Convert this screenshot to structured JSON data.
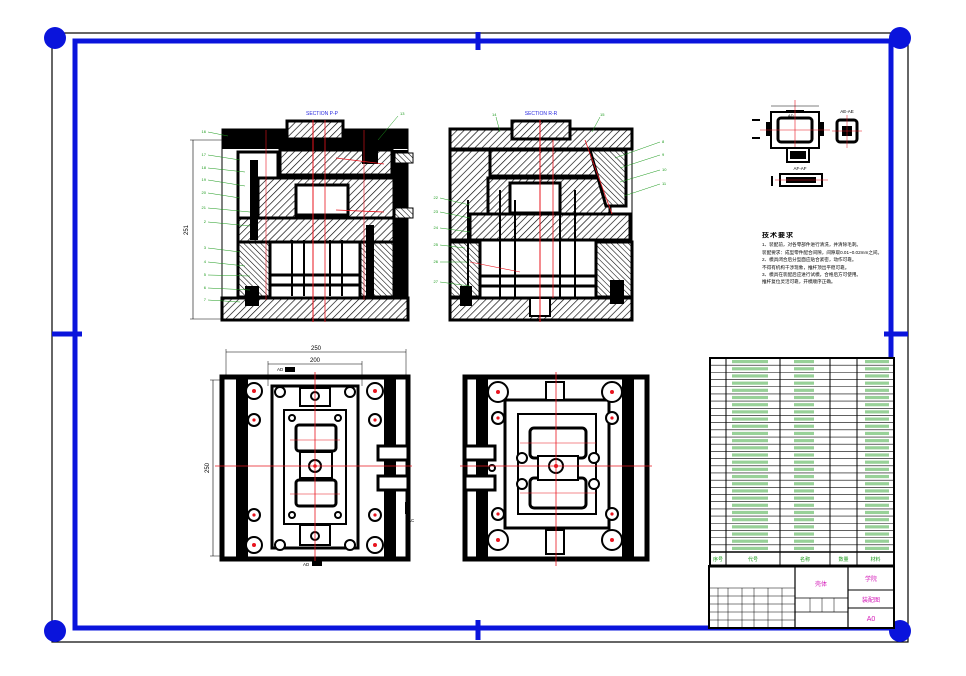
{
  "drawing": {
    "section_pp_label": "SECTION P-P",
    "section_rr_label": "SECTION R-R",
    "view_ae_label": "AE-AE",
    "view_af_label": "AF-AF",
    "view_ad_label": "AD",
    "dim_251": "251",
    "dim_250_top": "250",
    "dim_200": "200",
    "dim_250_side": "250",
    "marker_ad_top": "AD",
    "marker_ad_bottom": "AD",
    "marker_ac": "AC"
  },
  "notes": {
    "title": "技术要求",
    "lines": [
      "1、装配前，对各零部件进行清洗，并清除毛刺。",
      "装配要求：成型零件配合间隙，间隙取0.01~0.02mm之间。",
      "2、模具闭合后分型面应贴合紧密，动作可靠。",
      "不得有机构干涉现象，推杆顶出平稳可靠。",
      "3、模具在装配后应进行试模，合格后方可使用。",
      "推杆复位灵活可靠，开模顺序正确。"
    ]
  },
  "title_block": {
    "drawing_name": "壳体",
    "school": "学院",
    "title2": "装配图",
    "sheet_size": "A0",
    "parts_header": [
      "序号",
      "代号",
      "名称",
      "数量",
      "材料"
    ]
  },
  "colors": {
    "frame_blue": "#0a14dc",
    "line_black": "#000000",
    "section_red": "#e8141e",
    "callout_green": "#1a9a1a",
    "label_magenta": "#d41ab8",
    "label_blue": "#2828e0"
  }
}
